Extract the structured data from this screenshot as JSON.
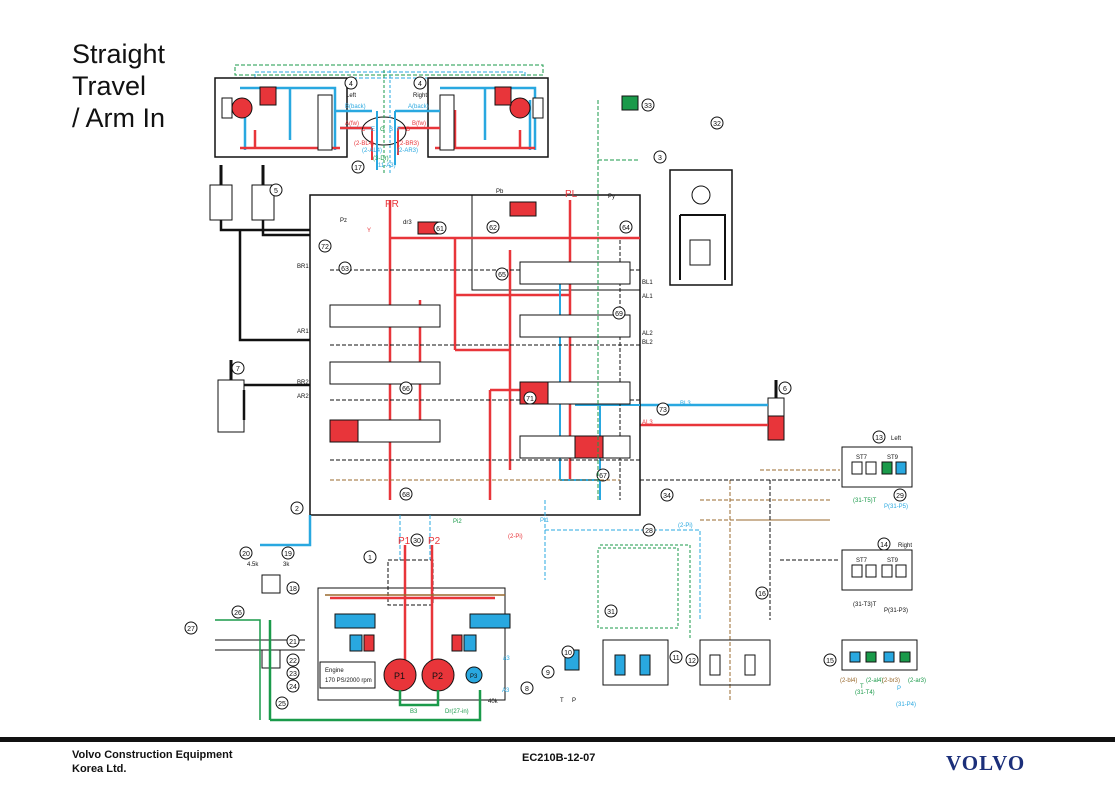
{
  "title": {
    "lines": [
      "Straight",
      "Travel",
      "/ Arm In"
    ]
  },
  "footer": {
    "company_line1": "Volvo Construction Equipment",
    "company_line2": "Korea Ltd.",
    "document_number": "EC210B-12-07",
    "logo": "VOLVO"
  },
  "colors": {
    "pressure": "#e8353a",
    "return": "#29a8e0",
    "pilot": "#1a9a4a",
    "pilot_signal": "#9a6a2e",
    "drain": "#111111",
    "logo": "#1b2f7a"
  },
  "travel_motors": {
    "left": {
      "number": "4",
      "label": "Left",
      "port_back": "B(back)",
      "port_fw": "A(fw)"
    },
    "right": {
      "number": "4",
      "label": "Right",
      "port_back": "A(back)",
      "port_fw": "B(fw)"
    }
  },
  "swivel": {
    "number": "17",
    "ports": [
      "C",
      "E",
      "G",
      "B",
      "F",
      "D"
    ],
    "refs": [
      "(2-BL4)",
      "(2-AL4)",
      "(3-Dr)",
      "(11-A3)",
      "(2-AR3)",
      "(2-BR3)"
    ]
  },
  "main_valve": {
    "number": "2",
    "pr": "PR",
    "pl": "PL",
    "labels": [
      "BR1",
      "AR1",
      "BR2",
      "AR2",
      "BL1",
      "AL1",
      "AL2",
      "BL2",
      "AL3",
      "BL3",
      "Pb",
      "Py",
      "Pz",
      "dr3",
      "Y"
    ],
    "component_numbers": [
      "61",
      "62",
      "63",
      "64",
      "65",
      "66",
      "67",
      "68",
      "69",
      "71",
      "72",
      "73"
    ]
  },
  "pump": {
    "number": "1",
    "p1": "P1",
    "p2": "P2",
    "p3": "P3",
    "gauge": "30",
    "engine_label": "Engine",
    "engine_spec": "170 PS/2000 rpm"
  },
  "cylinders": {
    "boom": "5",
    "bucket": "6",
    "arm": "7"
  },
  "swing_motor": "3",
  "remote_valves": {
    "left": {
      "number": "13",
      "label": "Left",
      "ports": [
        "ST7",
        "ST9"
      ],
      "refs": [
        "(31-T5)T",
        "P(31-P5)"
      ]
    },
    "right": {
      "number": "14",
      "label": "Right",
      "ports": [
        "ST7",
        "ST9"
      ],
      "refs": [
        "(31-T3)T",
        "P(31-P3)"
      ]
    },
    "pedal": {
      "number": "15",
      "refs": [
        "(2-bl4)",
        "(2-al4)",
        "(2-br3)",
        "(2-ar3)",
        "T",
        "(31-T4)",
        "P",
        "(31-P4)"
      ]
    }
  },
  "misc_numbers": [
    "8",
    "9",
    "10",
    "11",
    "12",
    "16",
    "18",
    "19",
    "20",
    "21",
    "22",
    "23",
    "24",
    "25",
    "26",
    "27",
    "28",
    "29",
    "31",
    "32",
    "33",
    "34"
  ],
  "misc_labels": [
    "4.5k",
    "3k",
    "40k",
    "B3",
    "Dr(27-in)",
    "A3",
    "a3",
    "Pi1",
    "Pi2",
    "(2-Pi)",
    "(2-Pi)",
    "T",
    "P"
  ]
}
